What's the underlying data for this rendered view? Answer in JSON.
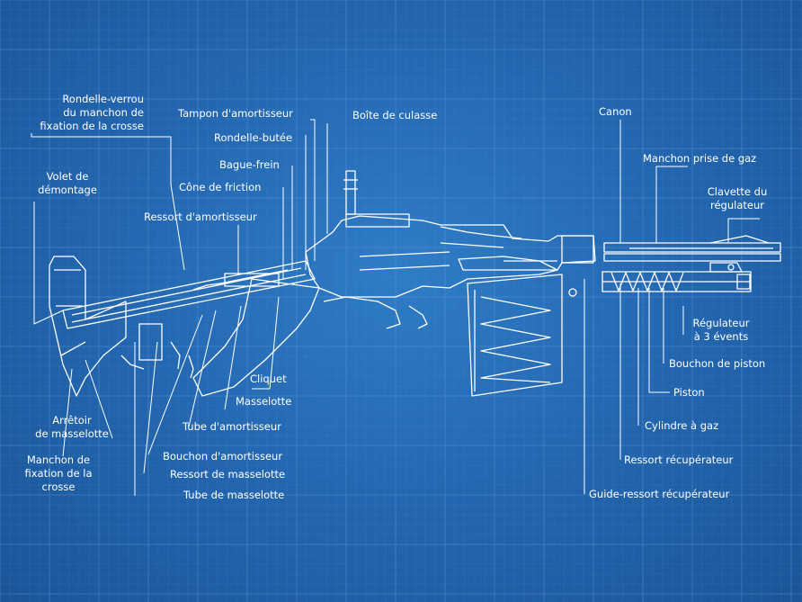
{
  "colors": {
    "background": "#2468b2",
    "lines": "#ffffff",
    "grid": "#5f9bd8"
  },
  "labels": {
    "rondelle_verrou": [
      "Rondelle-verrou",
      "du manchon de",
      "fixation de la crosse"
    ],
    "volet": [
      "Volet de",
      "démontage"
    ],
    "tampon": "Tampon d'amortisseur",
    "rondelle_butee": "Rondelle-butée",
    "bague_frein": "Bague-frein",
    "cone_friction": "Cône de friction",
    "ressort_amortisseur": "Ressort d'amortisseur",
    "boite_culasse": "Boîte de culasse",
    "canon": "Canon",
    "manchon_gaz": "Manchon prise de gaz",
    "clavette": [
      "Clavette du",
      "régulateur"
    ],
    "regulateur": [
      "Régulateur",
      "à 3 évents"
    ],
    "bouchon_piston": "Bouchon de piston",
    "piston": "Piston",
    "cylindre": "Cylindre à gaz",
    "ressort_recuperateur": "Ressort récupérateur",
    "guide_ressort": "Guide-ressort récupérateur",
    "cliquet": "Cliquet",
    "masselotte": "Masselotte",
    "tube_amortisseur": "Tube d'amortisseur",
    "bouchon_amortisseur": "Bouchon d'amortisseur",
    "ressort_masselotte": "Ressort de masselotte",
    "tube_masselotte": "Tube de masselotte",
    "arretoir": [
      "Arrêtoir",
      "de masselotte"
    ],
    "manchon_fixation": [
      "Manchon de",
      "fixation de la",
      "crosse"
    ]
  }
}
